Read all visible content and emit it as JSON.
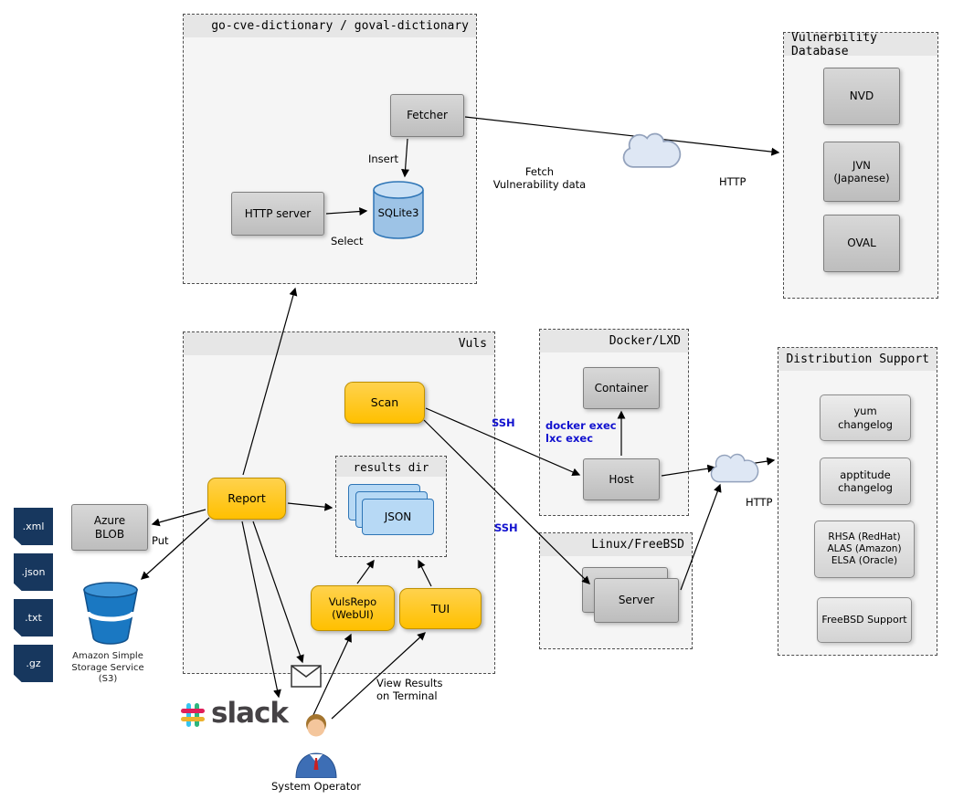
{
  "groups": {
    "dictionary": "go-cve-dictionary / goval-dictionary",
    "vulndb": "Vulnerbility Database",
    "vuls": "Vuls",
    "docker": "Docker/LXD",
    "linux": "Linux/FreeBSD",
    "dist": "Distribution Support",
    "results": "results dir"
  },
  "nodes": {
    "fetcher": "Fetcher",
    "http_server": "HTTP server",
    "sqlite": "SQLite3",
    "nvd": "NVD",
    "jvn": "JVN\n(Japanese)",
    "oval": "OVAL",
    "scan": "Scan",
    "report": "Report",
    "json_doc": "JSON",
    "vulsrepo": "VulsRepo\n(WebUI)",
    "tui": "TUI",
    "container": "Container",
    "host": "Host",
    "server": "Server",
    "yum": "yum\nchangelog",
    "apt": "apptitude\nchangelog",
    "rhsa": "RHSA (RedHat)\nALAS (Amazon)\nELSA (Oracle)",
    "freebsd": "FreeBSD Support",
    "azure": "Azure\nBLOB"
  },
  "files": [
    ".xml",
    ".json",
    ".txt",
    ".gz"
  ],
  "labels": {
    "insert": "Insert",
    "select": "Select",
    "fetch": "Fetch\nVulnerability data",
    "http_top": "HTTP",
    "http_bottom": "HTTP",
    "ssh_docker": "SSH",
    "ssh_linux": "SSH",
    "exec": "docker exec\nlxc exec",
    "put": "Put",
    "view_results": "View Results\non Terminal",
    "s3": "Amazon Simple\nStorage Service\n(S3)",
    "operator": "System Operator",
    "slack": "slack"
  },
  "colors": {
    "accent_yellow": "#FFC000",
    "node_gray": "#C9C9C9",
    "doc_blue": "#B7D9F5",
    "doc_border": "#2E75B6",
    "ssh_blue": "#1212CF",
    "bucket_blue": "#1A78C2",
    "file_navy": "#17375E",
    "cloud_fill": "#DEE7F4"
  }
}
